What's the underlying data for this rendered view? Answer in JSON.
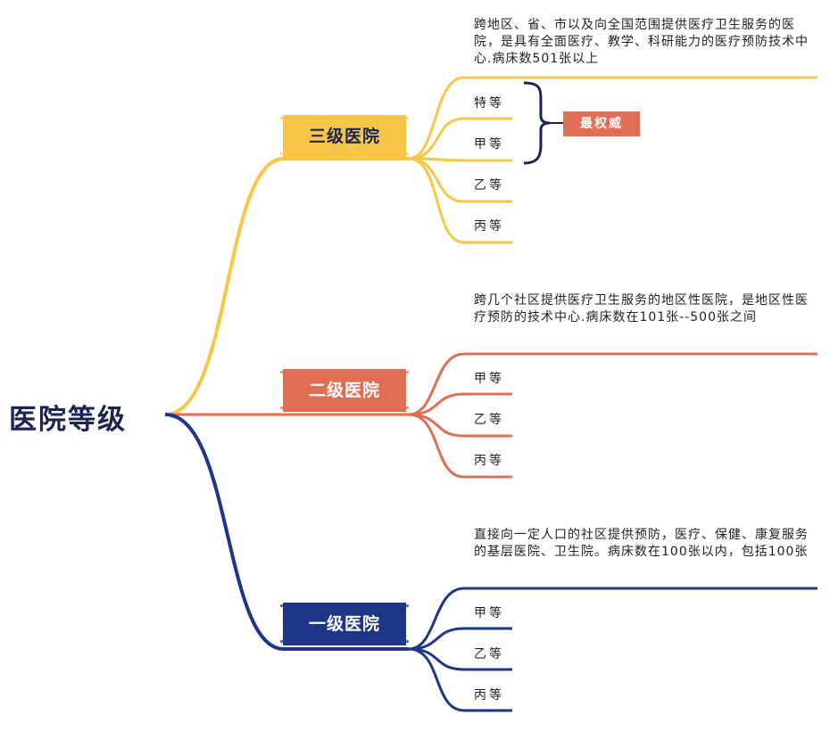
{
  "root": {
    "label": "医院等级"
  },
  "colors": {
    "level3": "#f7c646",
    "level2": "#e06e55",
    "level1": "#1d3786",
    "text": "#222222",
    "root": "#1b2452"
  },
  "levels": [
    {
      "label": "三级医院",
      "note": "跨地区、省、市以及向全国范围提供医疗卫生服务的医院，是具有全面医疗、教学、科研能力的医疗预防技术中心.病床数501张以上",
      "grades": [
        "特等",
        "甲等",
        "乙等",
        "丙等"
      ],
      "badge": "最权威"
    },
    {
      "label": "二级医院",
      "note": "跨几个社区提供医疗卫生服务的地区性医院，是地区性医疗预防的技术中心.病床数在101张--500张之间",
      "grades": [
        "甲等",
        "乙等",
        "丙等"
      ]
    },
    {
      "label": "一级医院",
      "note": "直接向一定人口的社区提供预防，医疗、保健、康复服务的基层医院、卫生院。病床数在100张以内，包括100张",
      "grades": [
        "甲等",
        "乙等",
        "丙等"
      ]
    }
  ]
}
